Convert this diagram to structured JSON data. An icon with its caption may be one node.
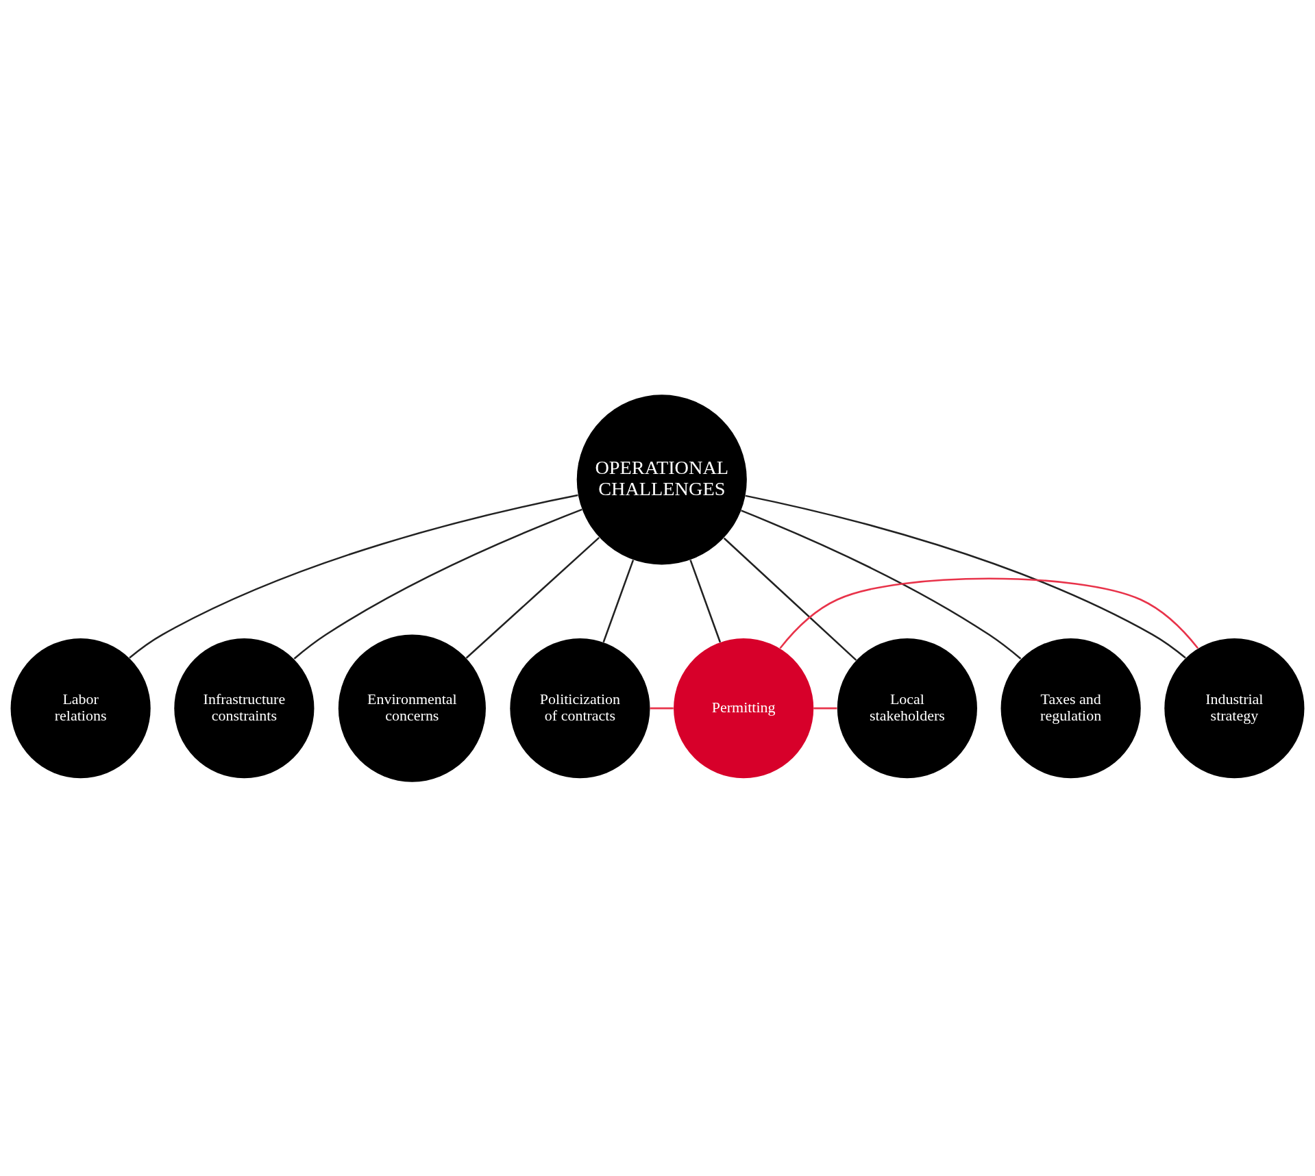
{
  "diagram": {
    "nodes": [
      {
        "text": [
          "OPERATIONAL CHALLENGES"
        ]
      },
      {
        "text": [
          "Labor relations"
        ]
      },
      {
        "text": [
          "Infrastructure constraints"
        ]
      },
      {
        "text": [
          "Environmental concerns"
        ]
      },
      {
        "text": [
          "Politicization of contracts"
        ]
      },
      {
        "text": [
          "Permitting"
        ]
      },
      {
        "text": [
          "Local stakeholders"
        ]
      },
      {
        "text": [
          "Taxes and regulation"
        ]
      },
      {
        "text": [
          "Industrial strategy"
        ]
      }
    ],
    "edges": [
      {
        "from": 0,
        "to": 1,
        "arrow": "none"
      },
      {
        "from": 0,
        "to": 2,
        "arrow": "none"
      },
      {
        "from": 0,
        "to": 3,
        "arrow": "none"
      },
      {
        "from": 0,
        "to": 4,
        "arrow": "none"
      },
      {
        "from": 0,
        "to": 5,
        "arrow": "none"
      },
      {
        "from": 0,
        "to": 6,
        "arrow": "none"
      },
      {
        "from": 0,
        "to": 7,
        "arrow": "none"
      },
      {
        "from": 0,
        "to": 8,
        "arrow": "none"
      },
      {
        "from": 4,
        "to": 5,
        "arrow": "none",
        "color": "#e8334a"
      },
      {
        "from": 6,
        "to": 5,
        "arrow": "none",
        "color": "#e8334a"
      },
      {
        "from": 8,
        "to": 5,
        "arrow": "none",
        "color": "#e8334a"
      }
    ]
  }
}
